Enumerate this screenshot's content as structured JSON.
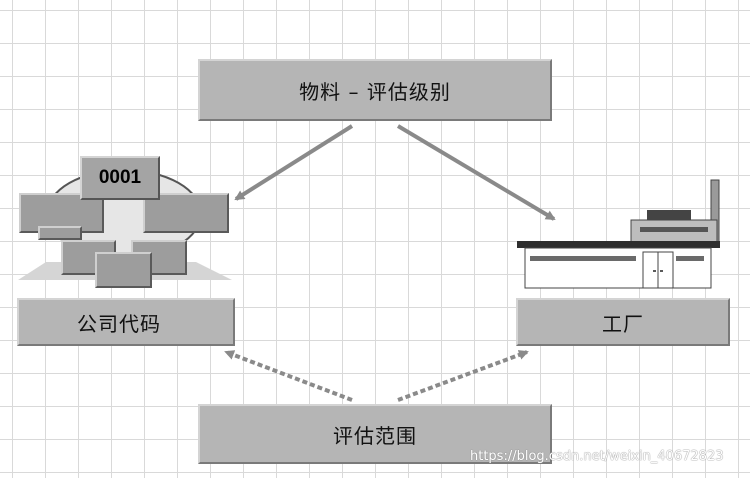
{
  "nodes": {
    "top_label": "物料 – 评估级别",
    "left_label": "公司代码",
    "right_label": "工厂",
    "bottom_label": "评估范围"
  },
  "company_code": {
    "number": "0001"
  },
  "watermark": "https://blog.csdn.net/weixin_40672823",
  "colors": {
    "box_fill": "#b5b5b5",
    "arrow": "#8a8a8a",
    "grid": "#d9d9d9"
  }
}
